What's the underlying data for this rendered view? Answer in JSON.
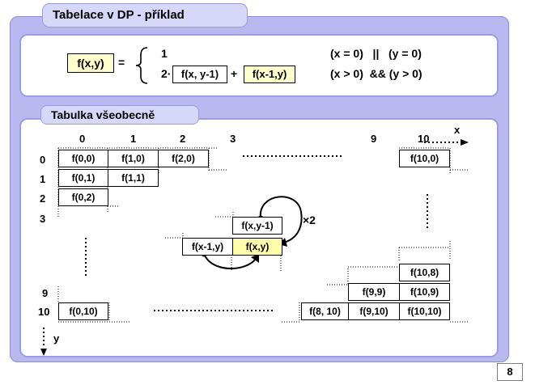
{
  "title": "Tabelace v DP - příklad",
  "formula": {
    "lhs": "f(x,y)",
    "eq": "=",
    "case1_value": "1",
    "case2_prefix": "2·",
    "case2_term1": "f(x, y-1)",
    "plus": "+",
    "case2_term2": "f(x-1,y)",
    "cond1": "(x = 0)   ||   (y = 0)",
    "cond2": "(x > 0)  && (y > 0)"
  },
  "table": {
    "heading": "Tabulka všeobecně",
    "col_labels": [
      "0",
      "1",
      "2",
      "3",
      "9",
      "10"
    ],
    "row_labels": [
      "0",
      "1",
      "2",
      "3",
      "9",
      "10"
    ],
    "x_axis": "x",
    "y_axis": "y",
    "cells": {
      "f00": "f(0,0)",
      "f10": "f(1,0)",
      "f20": "f(2,0)",
      "f100": "f(10,0)",
      "f01": "f(0,1)",
      "f11": "f(1,1)",
      "f02": "f(0,2)",
      "fxy1": "f(x,y-1)",
      "fx1y": "f(x-1,y)",
      "fxy": "f(x,y)",
      "f108": "f(10,8)",
      "f99": "f(9,9)",
      "f109": "f(10,9)",
      "f010": "f(0,10)",
      "f810": "f(8, 10)",
      "f910": "f(9,10)",
      "f1010": "f(10,10)"
    },
    "multiplier": "×2"
  },
  "page_number": "8",
  "colors": {
    "frame": "#b9b9f0",
    "tab": "#d7d7fa",
    "highlight": "#ffffaa",
    "formula_box": "#ffffcc"
  }
}
